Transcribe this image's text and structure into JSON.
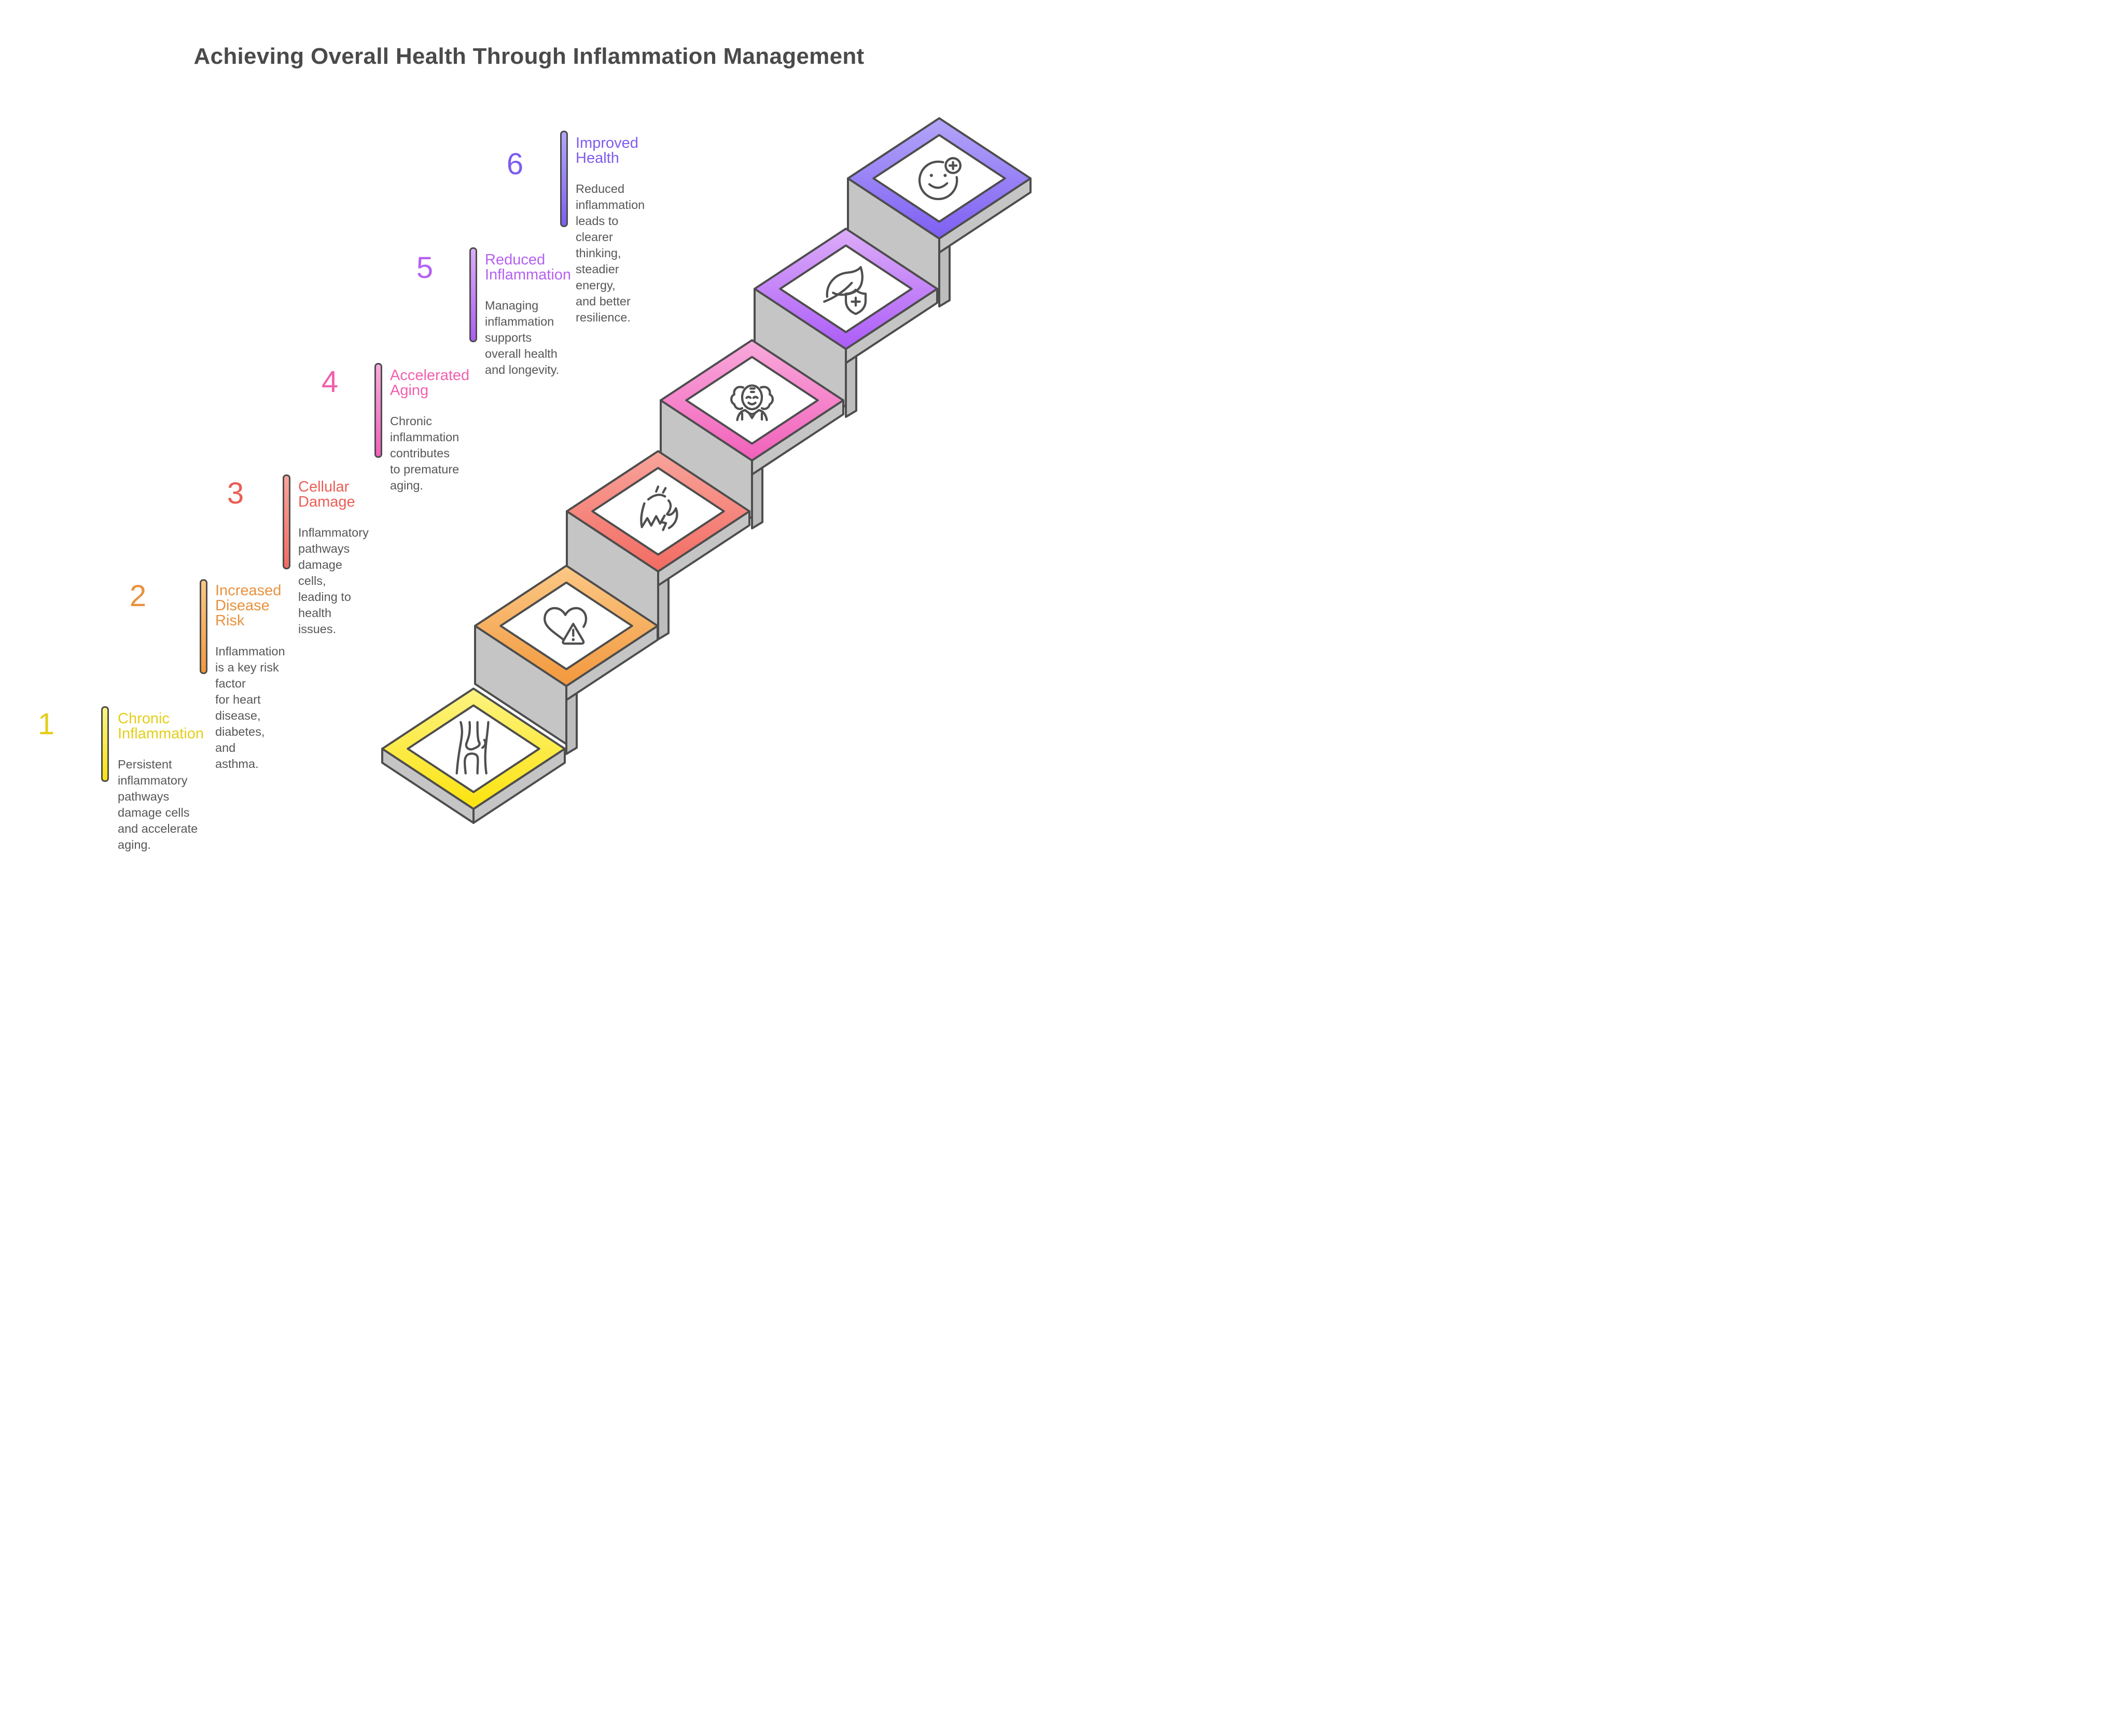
{
  "title": "Achieving Overall Health Through Inflammation Management",
  "colors": {
    "outline": "#4d4d4d",
    "wall_gray": "#c5c5c5",
    "jog_gray": "#bdbdbd",
    "description_text": "#575757",
    "title_text": "#4a4a4a",
    "background": "#ffffff",
    "icon_stroke": "#4f4f4f"
  },
  "steps": [
    {
      "number": "1",
      "title": "Chronic Inflammation",
      "description": "Persistent inflammatory pathways\ndamage cells and accelerate aging.",
      "color": "#e4ce1a",
      "gradient_light": "#fdf382",
      "gradient_dark": "#fbe30d",
      "icon": "joint-bones-icon"
    },
    {
      "number": "2",
      "title": "Increased Disease Risk",
      "description": "Inflammation is a key risk factor\nfor heart disease, diabetes, and\nasthma.",
      "color": "#e8923e",
      "gradient_light": "#fbc886",
      "gradient_dark": "#f2983d",
      "icon": "heart-warning-icon"
    },
    {
      "number": "3",
      "title": "Cellular Damage",
      "description": "Inflammatory pathways damage\ncells, leading to health issues.",
      "color": "#ea5e56",
      "gradient_light": "#f8a49b",
      "gradient_dark": "#f26b62",
      "icon": "flame-sketch-icon"
    },
    {
      "number": "4",
      "title": "Accelerated Aging",
      "description": "Chronic inflammation contributes\nto premature aging.",
      "color": "#f160ae",
      "gradient_light": "#f9aadc",
      "gradient_dark": "#f160ba",
      "icon": "elderly-person-icon"
    },
    {
      "number": "5",
      "title": "Reduced Inflammation",
      "description": "Managing inflammation supports\noverall health and longevity.",
      "color": "#b561f2",
      "gradient_light": "#ddadf9",
      "gradient_dark": "#ab5cf7",
      "icon": "leaf-shield-icon"
    },
    {
      "number": "6",
      "title": "Improved Health",
      "description": "Reduced inflammation leads to\nclearer thinking, steadier energy,\nand better resilience.",
      "color": "#7d5cf0",
      "gradient_light": "#b4a6f9",
      "gradient_dark": "#7d5ff2",
      "icon": "smiley-plus-icon"
    }
  ]
}
